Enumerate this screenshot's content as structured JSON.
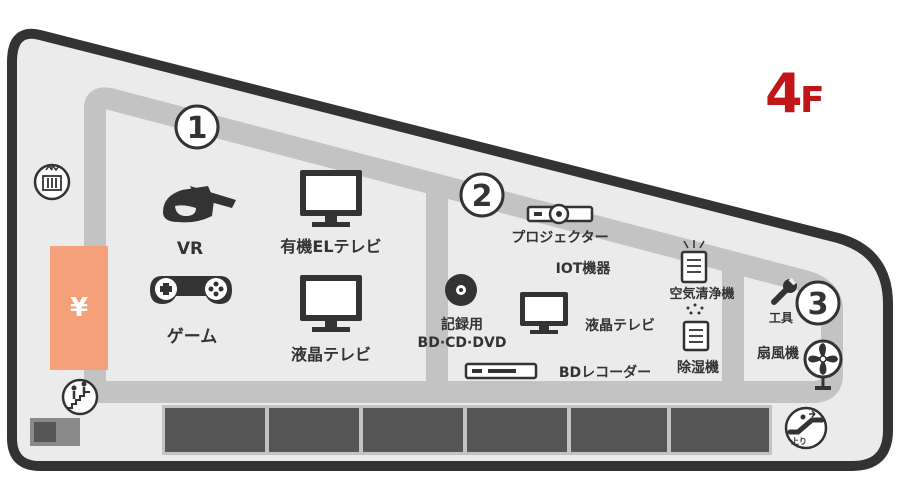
{
  "floor": {
    "label_number": "4",
    "label_letter": "F",
    "color": "#c0161a"
  },
  "colors": {
    "outline": "#333333",
    "floor_fill": "#ebebeb",
    "walkway": "#c3c3c3",
    "cashier": "#f4a07a",
    "counters": "#555555"
  },
  "zones": [
    {
      "number": "1"
    },
    {
      "number": "2"
    },
    {
      "number": "3"
    }
  ],
  "labels": {
    "vr": "VR",
    "oled_tv": "有機ELテレビ",
    "game": "ゲーム",
    "lcd_tv_zone1": "液晶テレビ",
    "projector": "プロジェクター",
    "iot": "IOT機器",
    "recorder_line1": "記録用",
    "recorder_line2": "BD·CD·DVD",
    "lcd_tv_zone2": "液晶テレビ",
    "bd_recorder": "BDレコーダー",
    "air_purifier": "空気清浄機",
    "dehumidifier": "除湿機",
    "tools": "工具",
    "fan": "扇風機",
    "cashier_symbol": "¥",
    "escalator_up": "上り"
  },
  "icons": [
    "elevator-icon",
    "stairs-icon",
    "vr-headset-icon",
    "tv-icon",
    "gamepad-icon",
    "disc-icon",
    "projector-icon",
    "recorder-icon",
    "air-purifier-icon",
    "dehumidifier-icon",
    "wrench-icon",
    "fan-icon",
    "escalator-icon"
  ]
}
